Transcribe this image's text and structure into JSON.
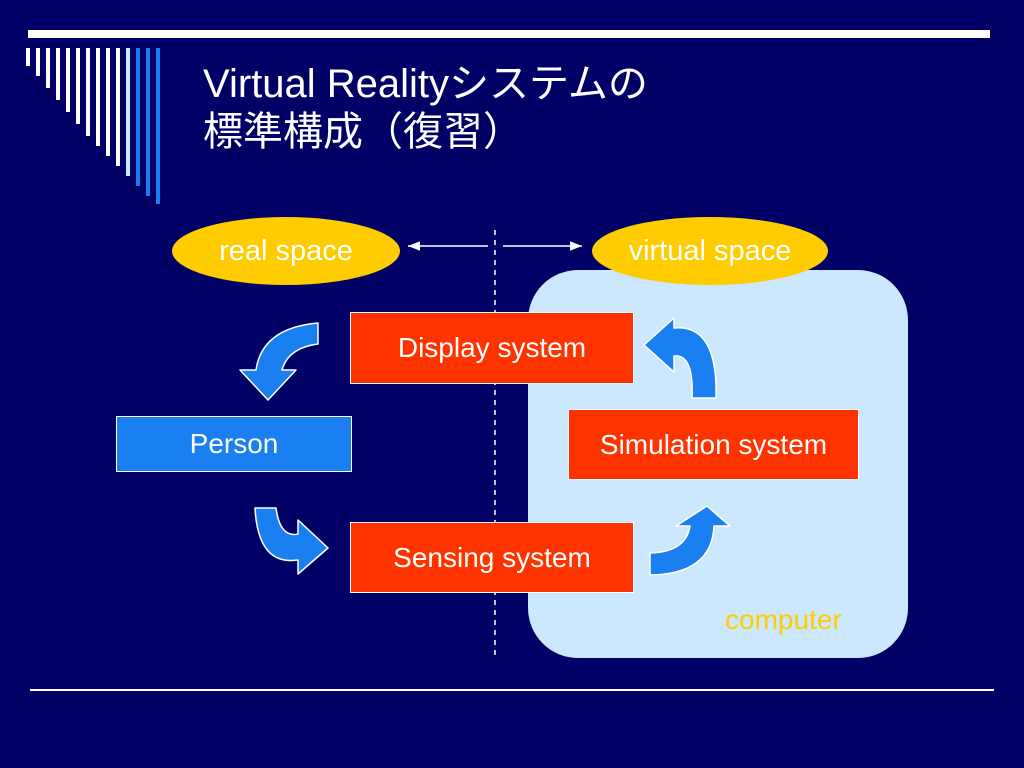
{
  "slide": {
    "title_line1": "Virtual Realityシステムの",
    "title_line2": "標準構成（復習）"
  },
  "diagram": {
    "real_space_label": "real space",
    "virtual_space_label": "virtual space",
    "computer_label": "computer",
    "nodes": {
      "display": "Display system",
      "person": "Person",
      "simulation": "Simulation system",
      "sensing": "Sensing system"
    }
  },
  "colors": {
    "background": "#000066",
    "ellipse": "#ffcc00",
    "red_box": "#ff3300",
    "blue_box": "#1a7ff0",
    "computer_area": "#cce8ff",
    "arrow": "#1a7ff0",
    "computer_label": "#ffcc00"
  },
  "icons": [
    "curved-arrow-icon"
  ]
}
